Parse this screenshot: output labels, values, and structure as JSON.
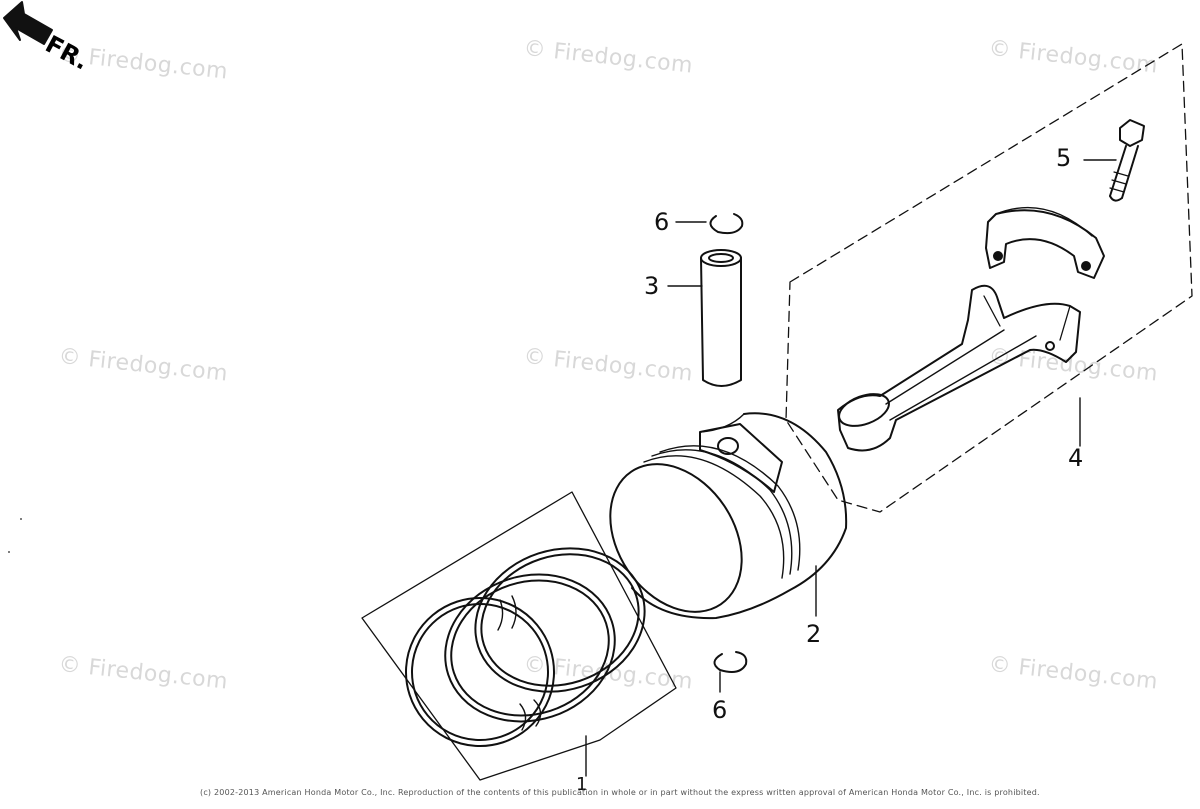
{
  "front_marker": {
    "label": "FR.",
    "icon": "arrow-icon"
  },
  "watermark": {
    "text": "© Firedog.com"
  },
  "callouts": [
    {
      "id": "1",
      "label": "1"
    },
    {
      "id": "2",
      "label": "2"
    },
    {
      "id": "3",
      "label": "3"
    },
    {
      "id": "4",
      "label": "4"
    },
    {
      "id": "5",
      "label": "5"
    },
    {
      "id": "6a",
      "label": "6"
    },
    {
      "id": "6b",
      "label": "6"
    }
  ],
  "copyright": "(c) 2002-2013 American Honda Motor Co., Inc. Reproduction of the contents of this publication in whole or in part without the express written approval of American Honda Motor Co., Inc. is prohibited."
}
